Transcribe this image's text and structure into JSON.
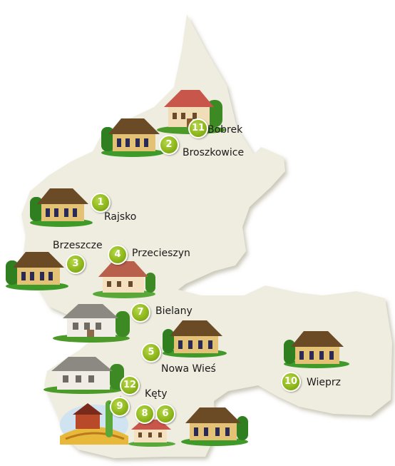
{
  "colors": {
    "region": "#efede0",
    "shadow": "#cfcdbf",
    "marker": "#8fb81c",
    "label": "#1a1a1a"
  },
  "places": [
    {
      "number": "11",
      "name": "Bobrek"
    },
    {
      "number": "2",
      "name": "Broszkowice"
    },
    {
      "number": "1",
      "name": "Rajsko"
    },
    {
      "number": "3",
      "name": "Brzeszcze"
    },
    {
      "number": "4",
      "name": "Przecieszyn"
    },
    {
      "number": "7",
      "name": "Bielany"
    },
    {
      "number": "5",
      "name": "Nowa Wieś"
    },
    {
      "number": "10",
      "name": "Wieprz"
    },
    {
      "number": "12",
      "name": "Kęty"
    },
    {
      "number": "9",
      "name": ""
    },
    {
      "number": "8",
      "name": ""
    },
    {
      "number": "6",
      "name": ""
    }
  ]
}
